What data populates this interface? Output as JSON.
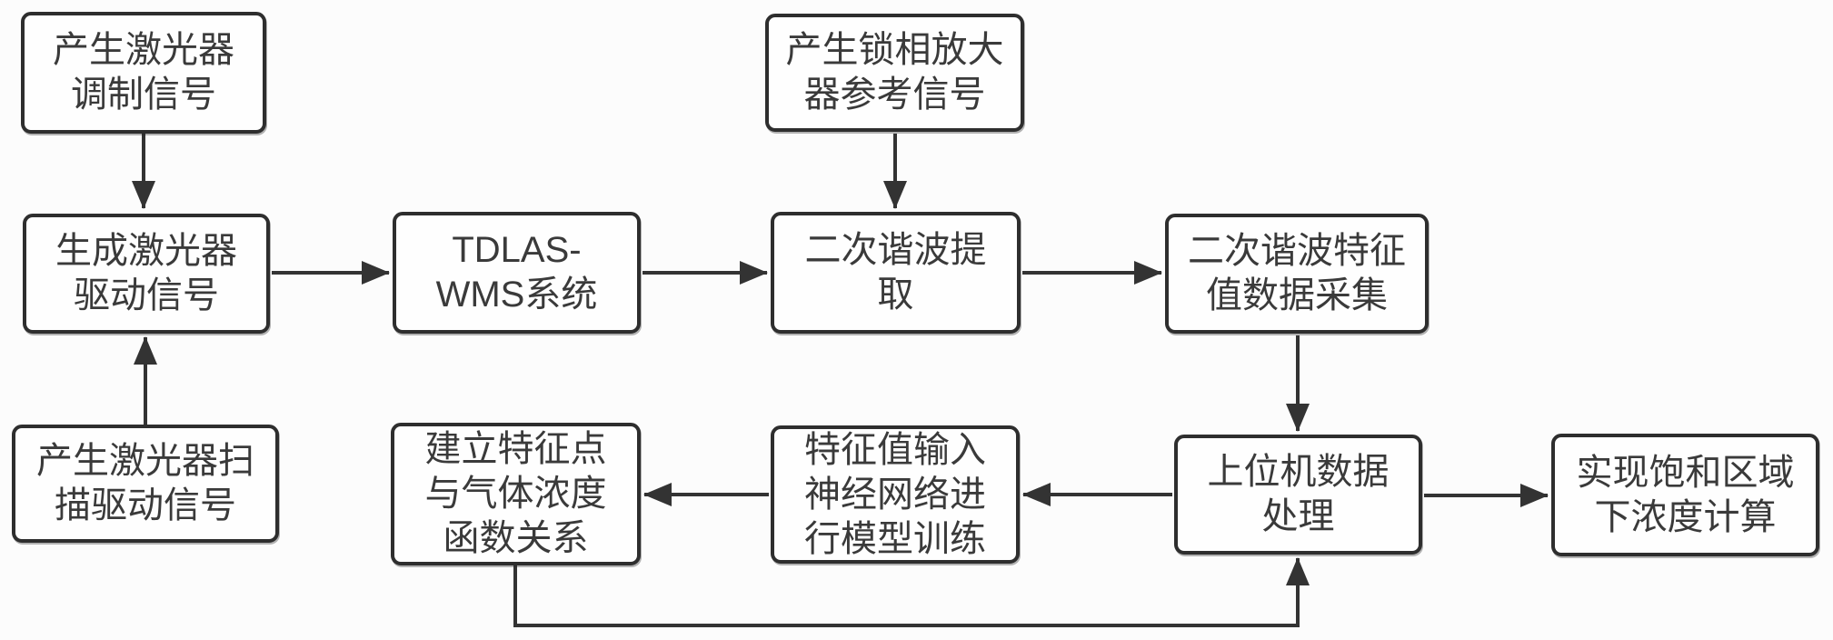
{
  "diagram": {
    "colors": {
      "background": "#fcfcfc",
      "node_fill": "#fefefe",
      "stroke": "#2e2e2e",
      "text": "#3a3a3a"
    },
    "nodes": [
      {
        "id": "laser-modulation",
        "label": "产生激光器调制信号",
        "lines": [
          "产生激光器",
          "调制信号"
        ]
      },
      {
        "id": "laser-drive",
        "label": "生成激光器驱动信号",
        "lines": [
          "生成激光器",
          "驱动信号"
        ]
      },
      {
        "id": "laser-scan-drive",
        "label": "产生激光器扫描驱动信号",
        "lines": [
          "产生激光器扫",
          "描驱动信号"
        ]
      },
      {
        "id": "tdlas-wms",
        "label": "TDLAS-WMS系统",
        "lines": [
          "TDLAS-",
          "WMS系统"
        ]
      },
      {
        "id": "lockin-reference",
        "label": "产生锁相放大器参考信号",
        "lines": [
          "产生锁相放大",
          "器参考信号"
        ]
      },
      {
        "id": "second-harmonic-extraction",
        "label": "二次谐波提取",
        "lines": [
          "二次谐波提",
          "取"
        ]
      },
      {
        "id": "harmonic-feature-acq",
        "label": "二次谐波特征值数据采集",
        "lines": [
          "二次谐波特征",
          "值数据采集"
        ]
      },
      {
        "id": "host-processing",
        "label": "上位机数据处理",
        "lines": [
          "上位机数据",
          "处理"
        ]
      },
      {
        "id": "nn-training",
        "label": "特征值输入神经网络进行模型训练",
        "lines": [
          "特征值输入",
          "神经网络进",
          "行模型训练"
        ]
      },
      {
        "id": "feature-concentration-fn",
        "label": "建立特征点与气体浓度函数关系",
        "lines": [
          "建立特征点",
          "与气体浓度",
          "函数关系"
        ]
      },
      {
        "id": "saturated-concentration",
        "label": "实现饱和区域下浓度计算",
        "lines": [
          "实现饱和区域",
          "下浓度计算"
        ]
      }
    ],
    "connections": [
      {
        "from": "laser-modulation",
        "to": "laser-drive"
      },
      {
        "from": "laser-scan-drive",
        "to": "laser-drive"
      },
      {
        "from": "laser-drive",
        "to": "tdlas-wms"
      },
      {
        "from": "tdlas-wms",
        "to": "second-harmonic-extraction"
      },
      {
        "from": "lockin-reference",
        "to": "second-harmonic-extraction"
      },
      {
        "from": "second-harmonic-extraction",
        "to": "harmonic-feature-acq"
      },
      {
        "from": "harmonic-feature-acq",
        "to": "host-processing"
      },
      {
        "from": "host-processing",
        "to": "saturated-concentration"
      },
      {
        "from": "host-processing",
        "to": "nn-training"
      },
      {
        "from": "nn-training",
        "to": "feature-concentration-fn"
      },
      {
        "from": "feature-concentration-fn",
        "to": "host-processing"
      }
    ]
  }
}
